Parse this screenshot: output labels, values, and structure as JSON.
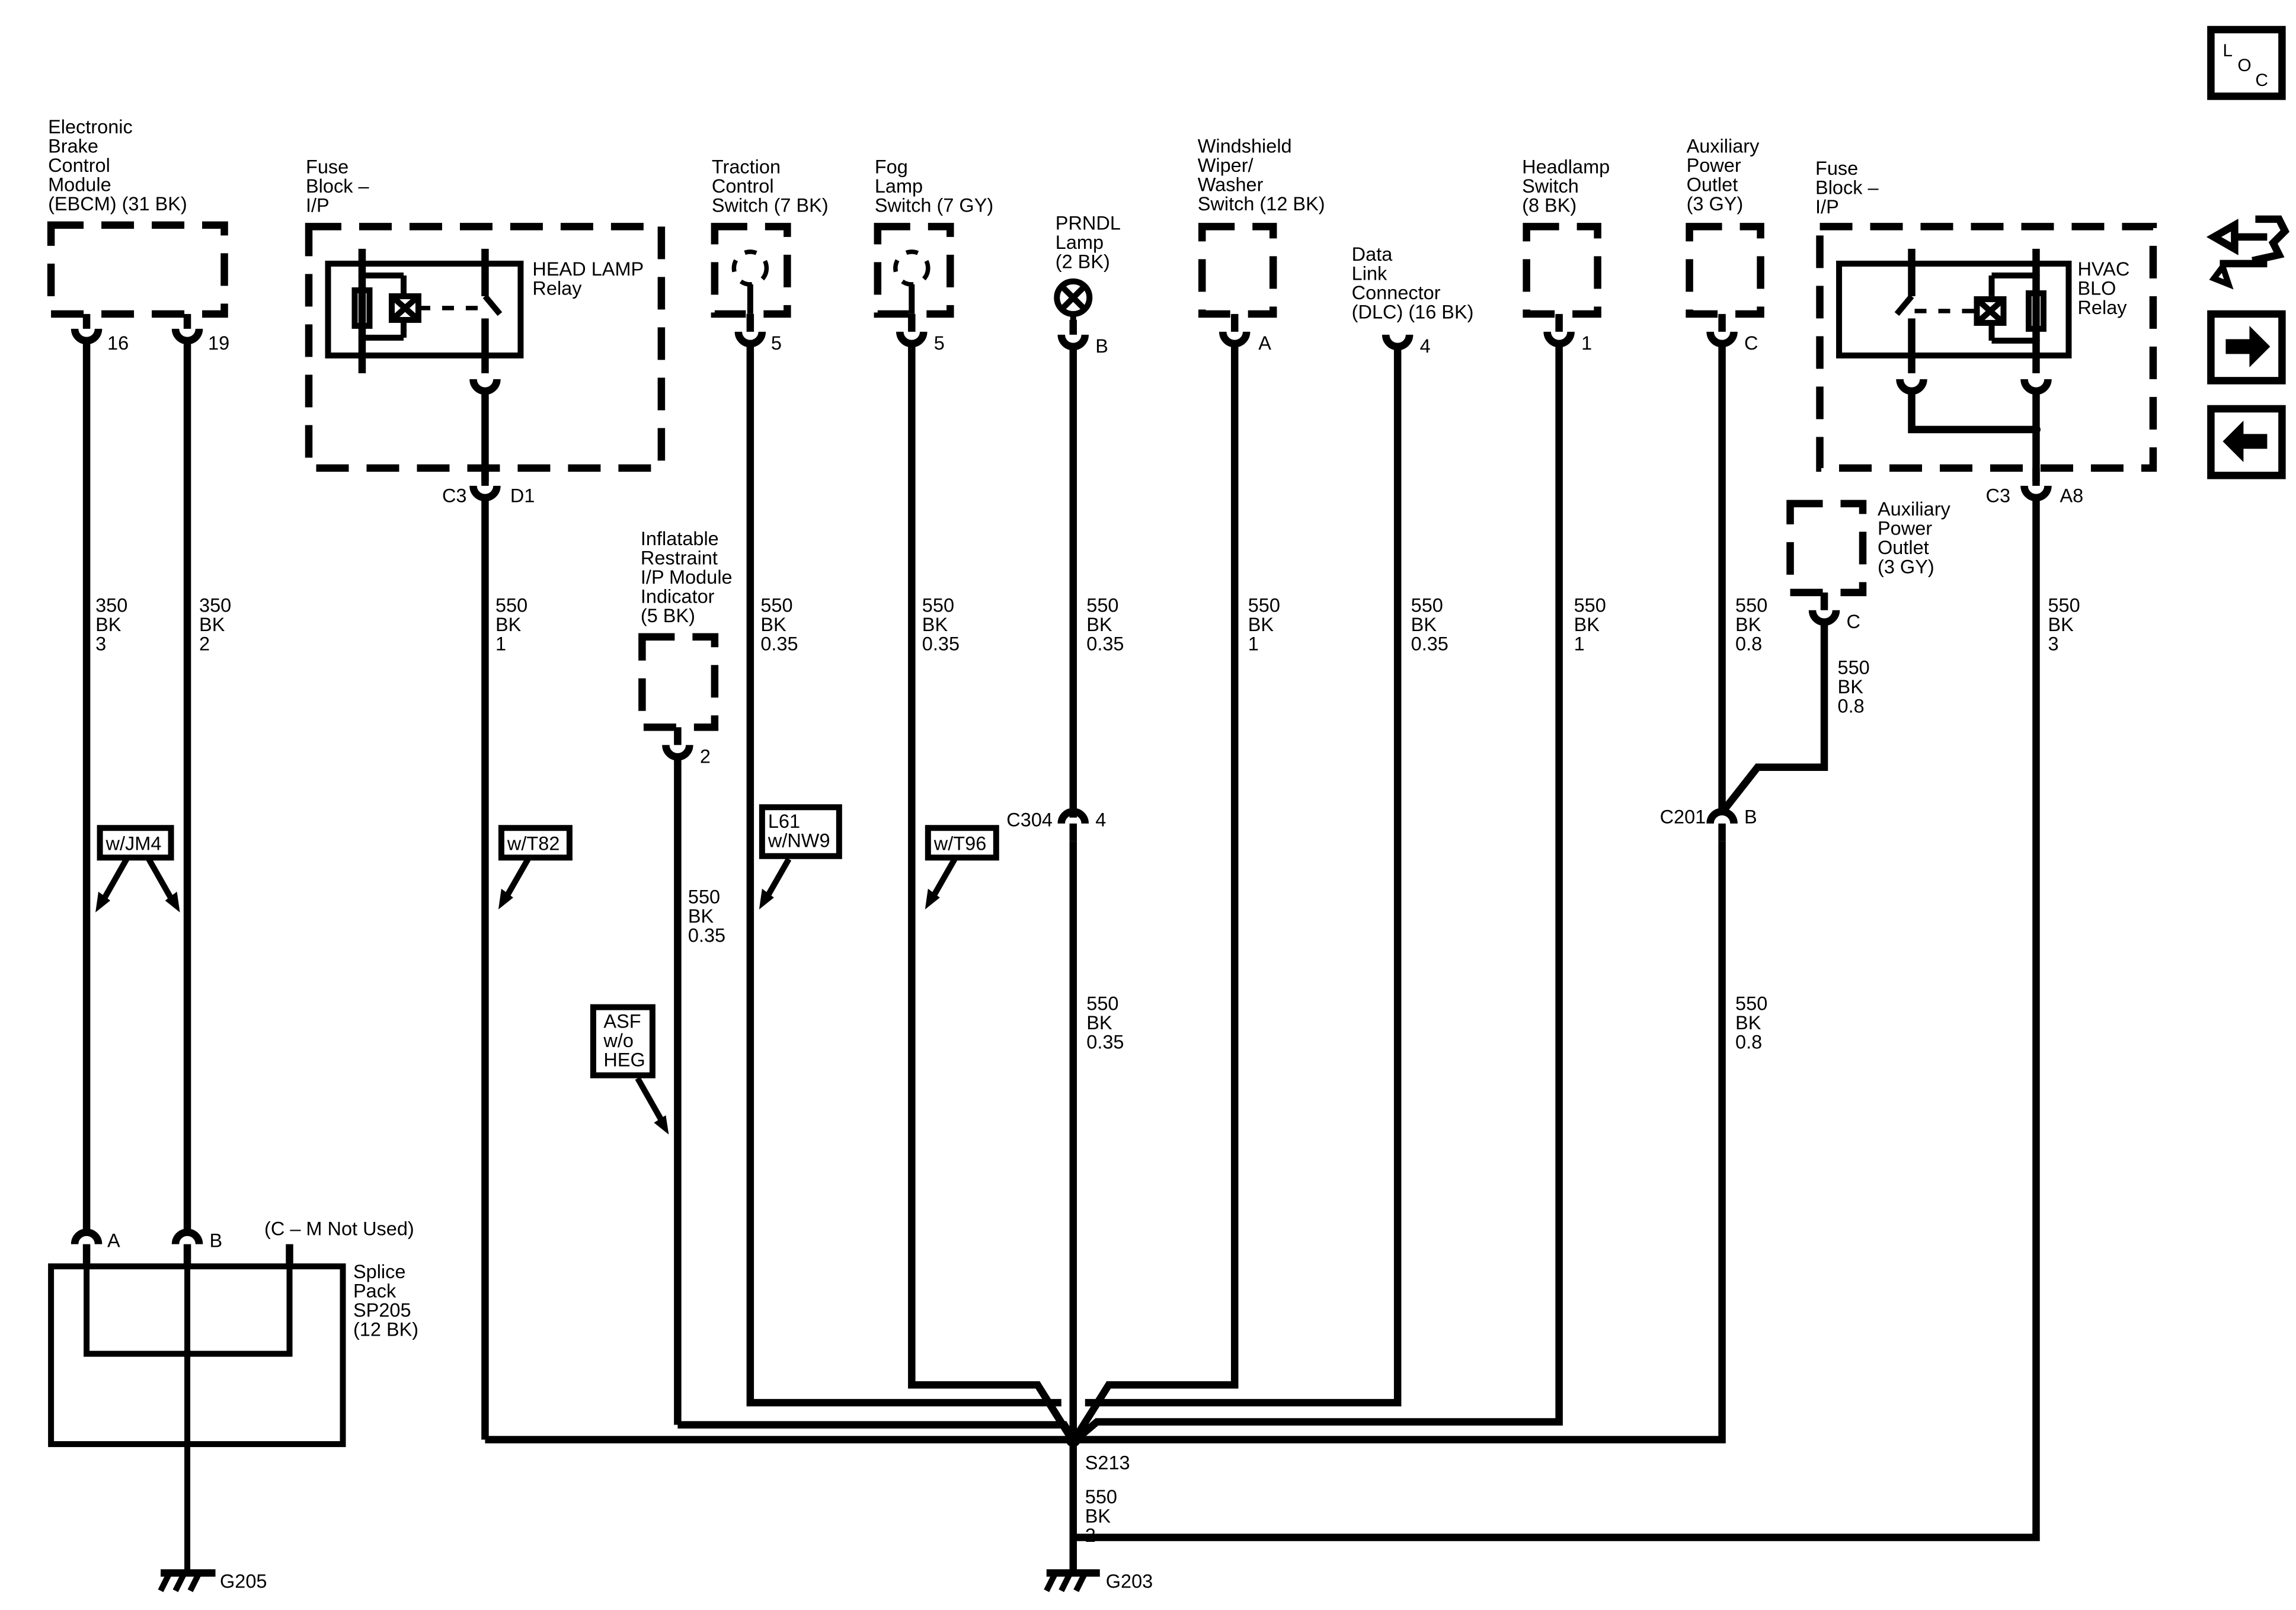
{
  "nav": {
    "loc": [
      "L",
      "O",
      "C"
    ]
  },
  "components": {
    "ebcm": [
      "Electronic",
      "Brake",
      "Control",
      "Module",
      "(EBCM) (31 BK)"
    ],
    "fuse_block_left": [
      "Fuse",
      "Block –",
      "I/P"
    ],
    "head_lamp_relay": [
      "HEAD LAMP",
      "Relay"
    ],
    "traction_switch": [
      "Traction",
      "Control",
      "Switch (7 BK)"
    ],
    "fog_lamp_switch": [
      "Fog",
      "Lamp",
      "Switch (7 GY)"
    ],
    "prndl_lamp": [
      "PRNDL",
      "Lamp",
      "(2 BK)"
    ],
    "wiper_switch": [
      "Windshield",
      "Wiper/",
      "Washer",
      "Switch (12 BK)"
    ],
    "dlc": [
      "Data",
      "Link",
      "Connector",
      "(DLC) (16 BK)"
    ],
    "headlamp_switch": [
      "Headlamp",
      "Switch",
      "(8 BK)"
    ],
    "aux_outlet_top": [
      "Auxiliary",
      "Power",
      "Outlet",
      "(3 GY)"
    ],
    "fuse_block_right": [
      "Fuse",
      "Block –",
      "I/P"
    ],
    "hvac_relay": [
      "HVAC",
      "BLO",
      "Relay"
    ],
    "aux_outlet_mid": [
      "Auxiliary",
      "Power",
      "Outlet",
      "(3 GY)"
    ],
    "inflatable_restraint": [
      "Inflatable",
      "Restraint",
      "I/P Module",
      "Indicator",
      "(5 BK)"
    ],
    "splice_pack": [
      "Splice",
      "Pack",
      "SP205",
      "(12 BK)"
    ],
    "splice_not_used": "(C – M Not Used)"
  },
  "pins": {
    "ebcm_16": "16",
    "ebcm_19": "19",
    "c3": "C3",
    "d1": "D1",
    "traction_5": "5",
    "fog_5": "5",
    "prndl_b": "B",
    "wiper_a": "A",
    "dlc_4": "4",
    "headlamp_1": "1",
    "aux_c": "C",
    "c3_right": "C3",
    "a8": "A8",
    "aux_mid_c": "C",
    "restraint_2": "2",
    "c304": "C304",
    "c304_pin": "4",
    "c201": "C201",
    "c201_pin": "B",
    "splice_a": "A",
    "splice_b": "B"
  },
  "wire_labels": {
    "w1": [
      "350",
      "BK",
      "3"
    ],
    "w2": [
      "350",
      "BK",
      "2"
    ],
    "w3": [
      "550",
      "BK",
      "1"
    ],
    "w4": [
      "550",
      "BK",
      "0.35"
    ],
    "w5": [
      "550",
      "BK",
      "0.35"
    ],
    "w6": [
      "550",
      "BK",
      "0.35"
    ],
    "w7": [
      "550",
      "BK",
      "1"
    ],
    "w8": [
      "550",
      "BK",
      "0.35"
    ],
    "w9": [
      "550",
      "BK",
      "1"
    ],
    "w10": [
      "550",
      "BK",
      "0.8"
    ],
    "w11": [
      "550",
      "BK",
      "3"
    ],
    "w12": [
      "550",
      "BK",
      "0.8"
    ],
    "w13": [
      "550",
      "BK",
      "0.35"
    ],
    "w14": [
      "550",
      "BK",
      "0.35"
    ],
    "w15": [
      "550",
      "BK",
      "0.8"
    ],
    "w16": [
      "550",
      "BK",
      "2"
    ]
  },
  "options": {
    "jm4": "w/JM4",
    "t82": "w/T82",
    "l61": [
      "L61",
      "w/NW9"
    ],
    "t96": "w/T96",
    "asf": [
      "ASF",
      "w/o",
      "HEG"
    ]
  },
  "grounds": {
    "splice": "S213",
    "g205": "G205",
    "g203": "G203"
  }
}
